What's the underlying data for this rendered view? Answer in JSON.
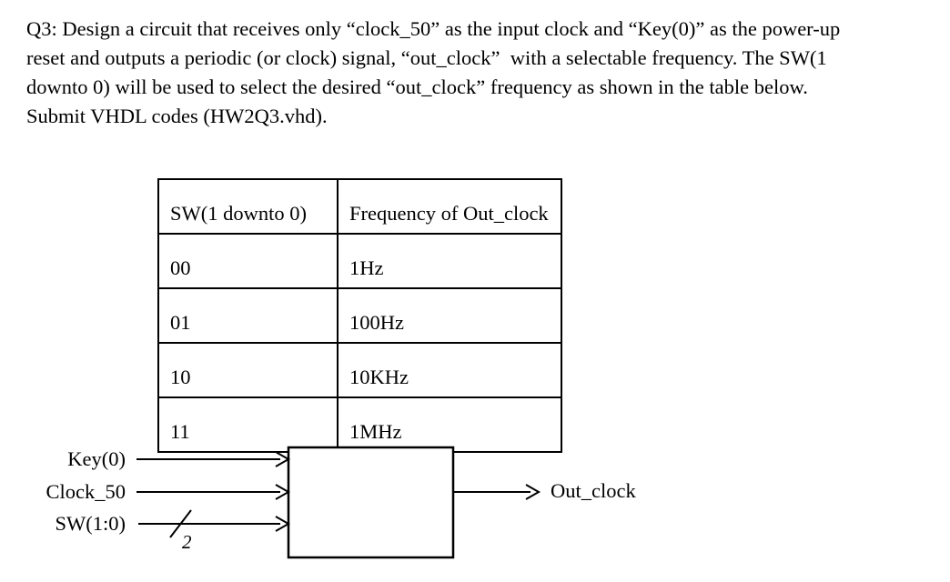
{
  "question": {
    "lines": [
      "Q3: Design a circuit that receives only “clock_50” as the input clock and “Key(0)” as the power-up",
      "reset and outputs a periodic (or clock) signal, “out_clock”  with a selectable frequency. The SW(1",
      "downto 0) will be used to select the desired “out_clock” frequency as shown in the table below.",
      "Submit VHDL codes (HW2Q3.vhd)."
    ]
  },
  "table": {
    "headers": [
      "SW(1 downto 0)",
      "Frequency of Out_clock"
    ],
    "rows": [
      {
        "sw": "00",
        "freq": "1Hz"
      },
      {
        "sw": "01",
        "freq": "100Hz"
      },
      {
        "sw": "10",
        "freq": "10KHz"
      },
      {
        "sw": "11",
        "freq": "1MHz"
      }
    ]
  },
  "diagram": {
    "inputs": [
      "Key(0)",
      "Clock_50",
      "SW(1:0)"
    ],
    "bus_width": "2",
    "output": "Out_clock"
  },
  "colors": {
    "ink": "#000000",
    "background": "#ffffff"
  }
}
